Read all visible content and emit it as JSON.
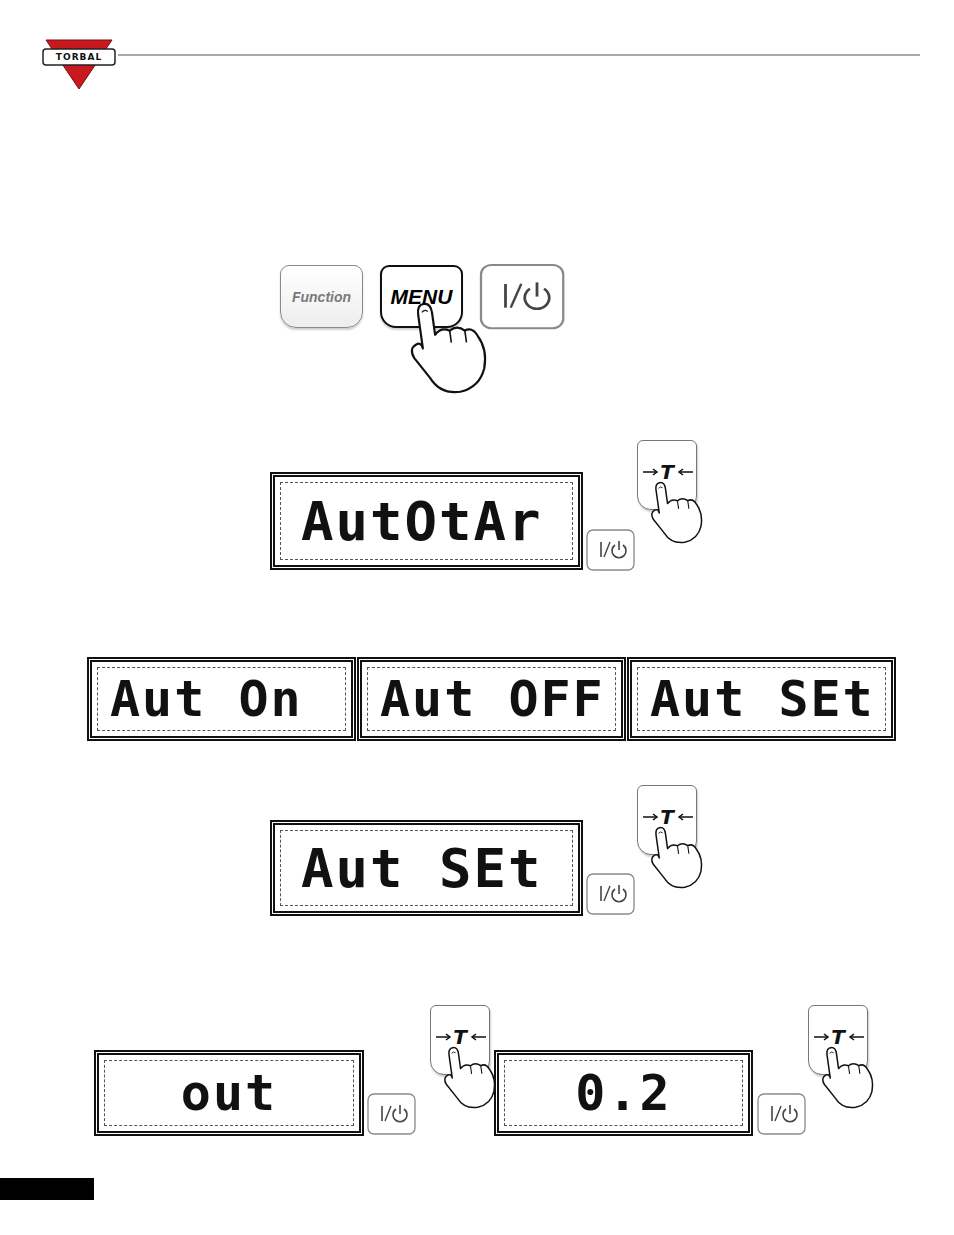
{
  "diagram": {
    "nodes": [
      {
        "text": [
          "Function"
        ]
      },
      {
        "text": [
          "MENU"
        ]
      },
      {
        "text": [
          "AutOtAr"
        ]
      },
      {
        "text": [
          "T"
        ]
      },
      {
        "text": [
          "Aut On"
        ]
      },
      {
        "text": [
          "Aut OFF"
        ]
      },
      {
        "text": [
          "Aut SEt"
        ]
      },
      {
        "text": [
          "Aut SEt"
        ]
      },
      {
        "text": [
          "T"
        ]
      },
      {
        "text": [
          "out"
        ]
      },
      {
        "text": [
          "T"
        ]
      },
      {
        "text": [
          "0.2"
        ]
      },
      {
        "text": [
          "T"
        ]
      }
    ],
    "labels": [
      "TORBAL"
    ]
  }
}
